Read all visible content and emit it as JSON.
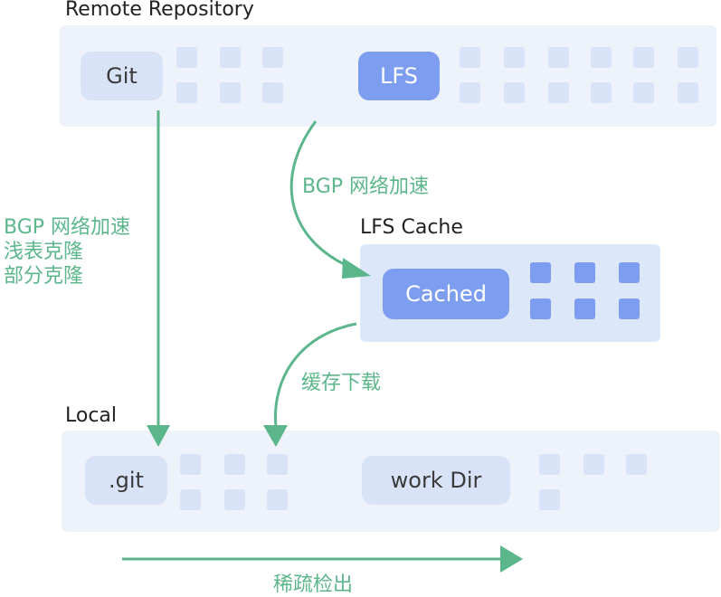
{
  "colors": {
    "arrow": "#5cb68b",
    "panel": "#eef2fb",
    "panel_cache": "#dde7fa",
    "light_block": "#d9e3f8",
    "dark_block": "#7d9ef0"
  },
  "remote": {
    "title": "Remote Repository",
    "git_label": "Git",
    "lfs_label": "LFS"
  },
  "cache": {
    "title": "LFS Cache",
    "cached_label": "Cached"
  },
  "local": {
    "title": "Local",
    "git_label": ".git",
    "workdir_label": "work Dir"
  },
  "annotations": {
    "left_lines": [
      "BGP 网络加速",
      "浅表克隆",
      "部分克隆"
    ],
    "lfs_to_cache": "BGP 网络加速",
    "cache_to_local": "缓存下载",
    "bottom": "稀疏检出"
  }
}
